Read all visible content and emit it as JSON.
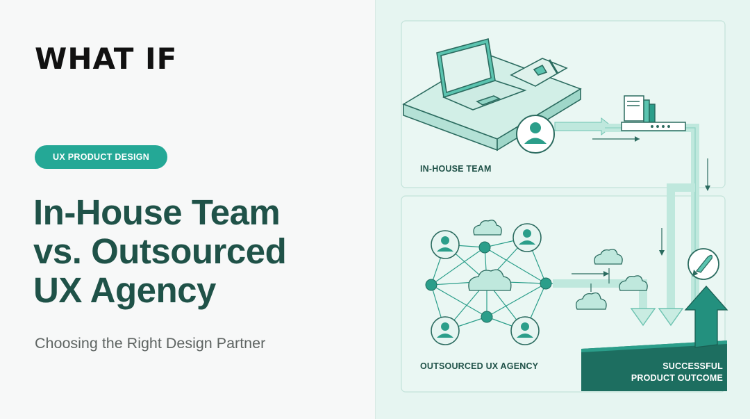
{
  "brand": {
    "logo_text": "WHAT IF"
  },
  "hero": {
    "badge": "UX PRODUCT DESIGN",
    "title_lines": [
      "In-House Team",
      "vs. Outsourced",
      "UX Agency"
    ],
    "subtitle": "Choosing the Right Design Partner"
  },
  "illustration": {
    "in_house_label": "IN-HOUSE TEAM",
    "agency_label": "OUTSOURCED UX AGENCY",
    "outcome_line1": "SUCCESSFUL",
    "outcome_line2": "PRODUCT OUTCOME"
  },
  "colors": {
    "accent": "#24a896",
    "title": "#1f5248",
    "dark_teal": "#1d6e60",
    "panel_bg": "#e6f5f1"
  }
}
